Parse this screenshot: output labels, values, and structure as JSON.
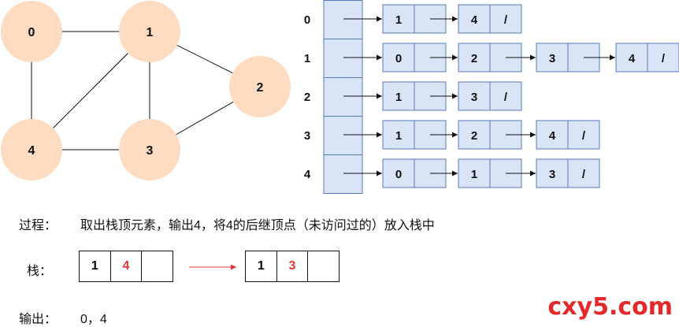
{
  "graph": {
    "nodes": [
      {
        "id": "0",
        "label": "0"
      },
      {
        "id": "1",
        "label": "1"
      },
      {
        "id": "2",
        "label": "2"
      },
      {
        "id": "3",
        "label": "3"
      },
      {
        "id": "4",
        "label": "4"
      }
    ],
    "edges": [
      [
        "0",
        "1"
      ],
      [
        "0",
        "4"
      ],
      [
        "1",
        "4"
      ],
      [
        "1",
        "3"
      ],
      [
        "1",
        "2"
      ],
      [
        "2",
        "3"
      ],
      [
        "3",
        "4"
      ]
    ],
    "node_color": "#fddcc1"
  },
  "adjacency": {
    "cell_color": "#d9e5f7",
    "border_color": "#5a79b9",
    "null_mark": "/",
    "rows": [
      {
        "vertex": "0",
        "neighbors": [
          "1",
          "4"
        ]
      },
      {
        "vertex": "1",
        "neighbors": [
          "0",
          "2",
          "3",
          "4"
        ]
      },
      {
        "vertex": "2",
        "neighbors": [
          "1",
          "3"
        ]
      },
      {
        "vertex": "3",
        "neighbors": [
          "1",
          "2",
          "4"
        ]
      },
      {
        "vertex": "4",
        "neighbors": [
          "0",
          "1",
          "3"
        ]
      }
    ]
  },
  "process": {
    "label": "过程：",
    "text": "取出栈顶元素，输出4，将4的后继顶点（未访问过的）放入栈中"
  },
  "stack": {
    "label": "栈：",
    "before": [
      "1",
      "4"
    ],
    "after": [
      "1",
      "3"
    ],
    "arrow_color": "#e5353b",
    "highlight_color": "#e5353b"
  },
  "output": {
    "label": "输出：",
    "value": "0，4"
  },
  "watermark": "cxy5.com"
}
